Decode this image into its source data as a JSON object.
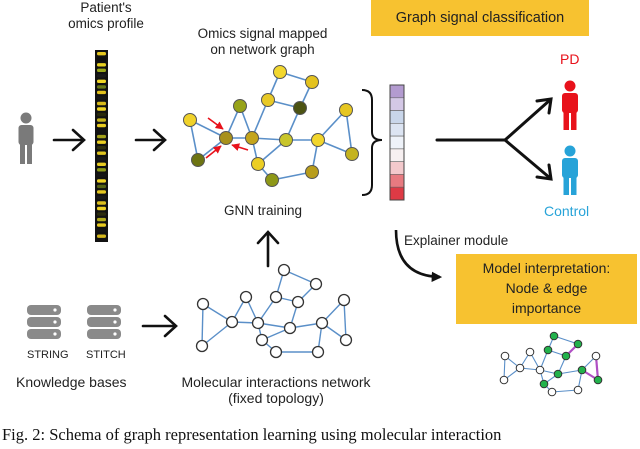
{
  "labels": {
    "patient_profile": "Patient's\nomics profile",
    "omics_signal": "Omics signal mapped\non network graph",
    "gnn_training": "GNN training",
    "graph_signal_classification": "Graph signal classification",
    "pd": "PD",
    "control": "Control",
    "explainer_module": "Explainer module",
    "model_interpretation": "Model interpretation:\nNode & edge\nimportance",
    "string_db": "STRING",
    "stitch_db": "STITCH",
    "knowledge_bases": "Knowledge bases",
    "molecular_network": "Molecular interactions network\n(fixed topology)"
  },
  "caption": "Fig. 2: Schema of graph representation learning using molecular interaction",
  "colors": {
    "pd": "#e8121b",
    "control": "#27a3d8",
    "box": "#f7c230",
    "edge": "#5a8fc8",
    "person": "#7a7a7a",
    "highlight_node": "#22b24c",
    "highlight_edge": "#b04fc4",
    "attention_arrow": "#e8121b"
  },
  "omics_bar_colors": [
    "#e6c71f",
    "#101010",
    "#e9d223",
    "#9aa81a",
    "#1c1c1c",
    "#f0d626",
    "#6a7a16",
    "#e2c11c",
    "#181818",
    "#d8ba1a",
    "#eed424",
    "#2a2a0c",
    "#c6b41d",
    "#eacd22",
    "#141414",
    "#a3a11a",
    "#ecd023",
    "#303010",
    "#e0c51f",
    "#1b1b1b",
    "#e8cc22",
    "#8c9a18",
    "#161616",
    "#efd325",
    "#556314",
    "#e4c71f",
    "#1a1a1a",
    "#dcbf1e",
    "#eed123",
    "#2c2c0e",
    "#b0a91c",
    "#e9cc21",
    "#151515",
    "#d4b71c"
  ],
  "embedding_colors": [
    "#b39bd0",
    "#d4c8e6",
    "#c9d6ea",
    "#dce4f2",
    "#eef2f9",
    "#f7f0f1",
    "#f3c9cc",
    "#e77a80",
    "#de3a45"
  ],
  "gnn_node_colors": [
    "#f0d22a",
    "#6d7412",
    "#a8911b",
    "#97a318",
    "#c4a51c",
    "#e8c926",
    "#f2d72f",
    "#4c5312",
    "#c8c52a",
    "#e4c21d",
    "#f1d52c",
    "#b89d1b",
    "#8e9817",
    "#ecce24",
    "#e6c621",
    "#c4b31f"
  ]
}
